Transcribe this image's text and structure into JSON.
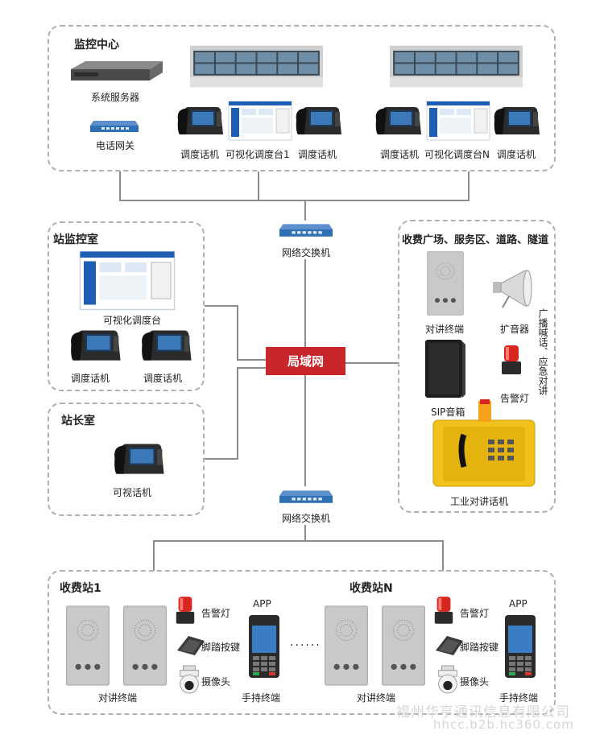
{
  "sections": {
    "monitor_center": {
      "title": "监控中心",
      "server": "系统服务器",
      "gateway": "电话网关",
      "group1": [
        "调度话机",
        "可视化调度台1",
        "调度话机"
      ],
      "group2": [
        "调度话机",
        "可视化调度台N",
        "调度话机"
      ]
    },
    "station_monitor": {
      "title": "站监控室",
      "console": "可视化调度台",
      "phones": [
        "调度话机",
        "调度话机"
      ]
    },
    "station_master": {
      "title": "站长室",
      "phone": "可视话机"
    },
    "toll_area": {
      "title": "收费广场、服务区、道路、隧道",
      "intercom": "对讲终端",
      "amplifier": "扩音器",
      "side_note": "广播喊话、应急对讲",
      "speaker": "SIP音箱",
      "alarm": "告警灯",
      "industrial": "工业对讲话机"
    },
    "toll_stations": [
      {
        "title": "收费站1",
        "intercom": "对讲终端",
        "alarm": "告警灯",
        "pedal": "脚踏按键",
        "camera": "摄像头",
        "app": "APP",
        "handheld": "手持终端"
      },
      {
        "title": "收费站N",
        "intercom": "对讲终端",
        "alarm": "告警灯",
        "pedal": "脚踏按键",
        "camera": "摄像头",
        "app": "APP",
        "handheld": "手持终端"
      }
    ]
  },
  "network": {
    "lan": "局域网",
    "switch_top": "网络交换机",
    "switch_bottom": "网络交换机",
    "ellipsis": "......"
  },
  "watermark": {
    "company": "福州华亨通讯信息有限公司",
    "site": "hhcc.b2b.hc360.com"
  },
  "colors": {
    "lan": "#c8262b",
    "line": "#8c8c8c",
    "switch": "#2f6fb3",
    "border": "#b0b0b0"
  },
  "icons": [
    "server-icon",
    "gateway-icon",
    "video-wall-icon",
    "dispatch-phone-icon",
    "console-screen-icon",
    "switch-icon",
    "intercom-panel-icon",
    "horn-speaker-icon",
    "sip-speaker-icon",
    "alarm-light-icon",
    "industrial-phone-icon",
    "foot-pedal-icon",
    "dome-camera-icon",
    "handheld-terminal-icon"
  ]
}
